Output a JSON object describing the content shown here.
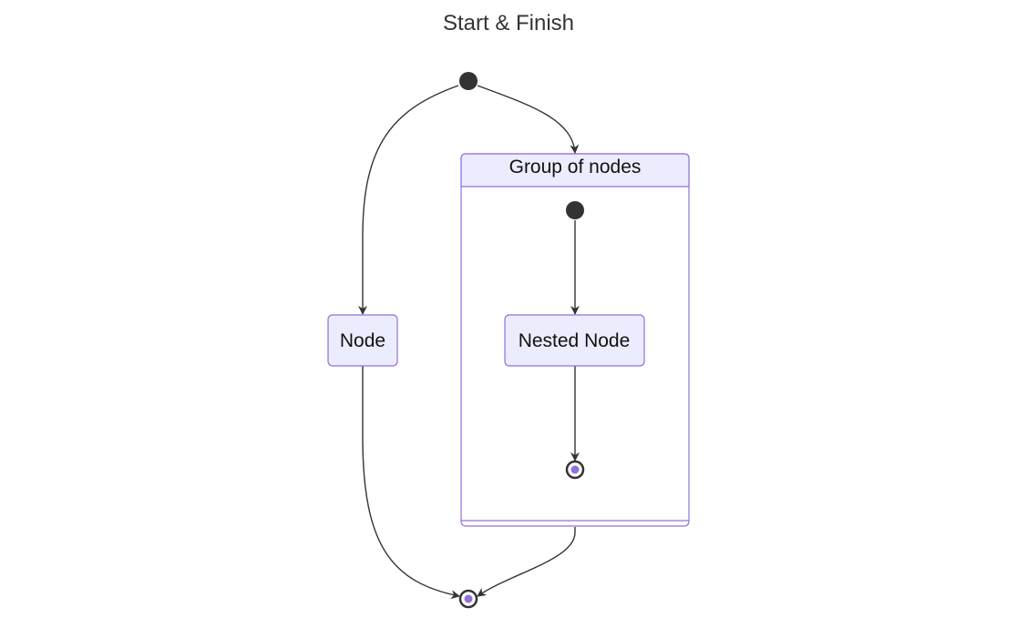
{
  "diagram": {
    "title": "Start & Finish",
    "nodes": {
      "node": {
        "label": "Node"
      },
      "nested_node": {
        "label": "Nested Node"
      }
    },
    "group": {
      "label": "Group of nodes"
    },
    "colors": {
      "node_fill": "#ECECFF",
      "node_stroke": "#9370DB",
      "start_fill": "#333333",
      "end_inner": "#9370DB",
      "end_ring": "#333333",
      "edge": "#333333",
      "title": "#333333"
    }
  }
}
